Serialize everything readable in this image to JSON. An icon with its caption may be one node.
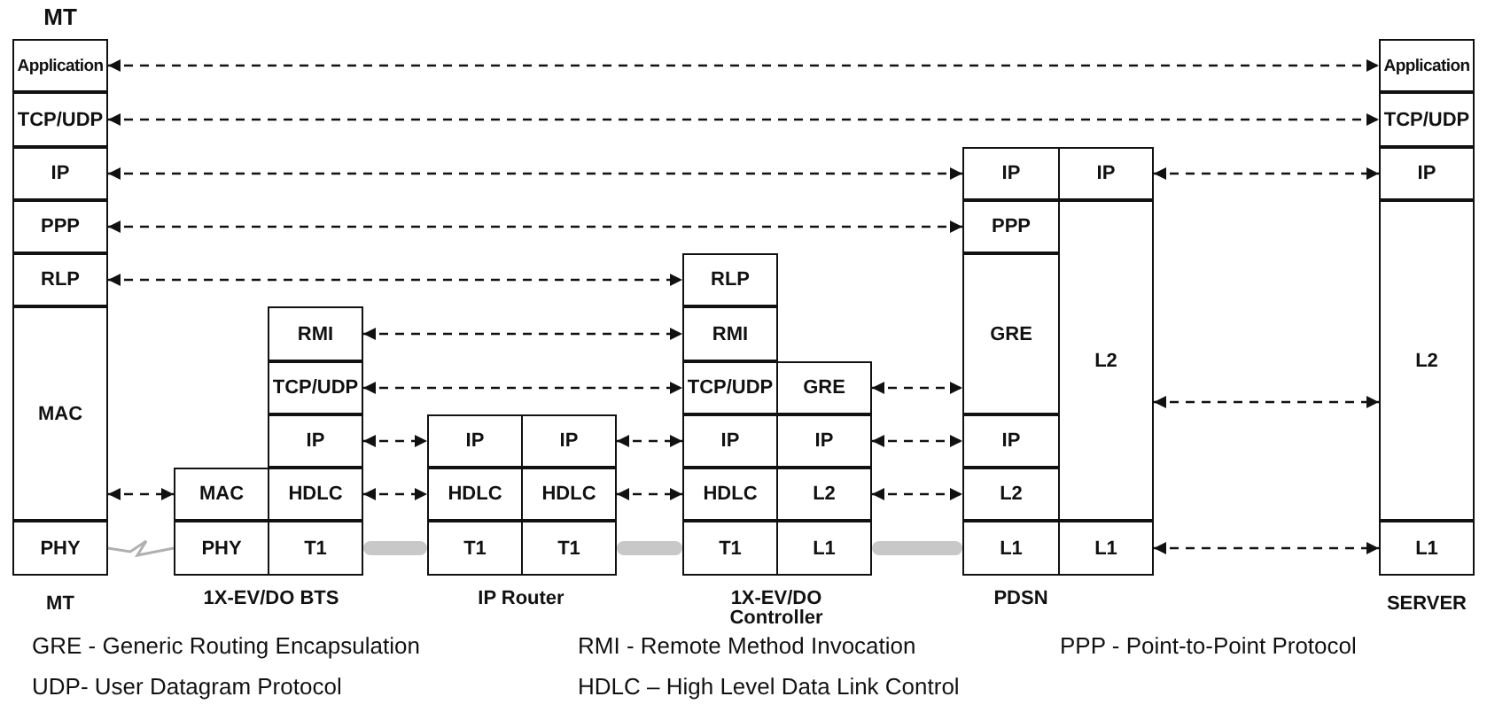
{
  "diagram": {
    "nodes": [
      {
        "text": [
          "Application"
        ]
      },
      {
        "text": [
          "TCP/UDP"
        ]
      },
      {
        "text": [
          "IP"
        ]
      },
      {
        "text": [
          "PPP"
        ]
      },
      {
        "text": [
          "RLP"
        ]
      },
      {
        "text": [
          "MAC"
        ]
      },
      {
        "text": [
          "PHY"
        ]
      },
      {
        "text": [
          "RMI"
        ]
      },
      {
        "text": [
          "TCP/UDP"
        ]
      },
      {
        "text": [
          "IP"
        ]
      },
      {
        "text": [
          "MAC"
        ]
      },
      {
        "text": [
          "HDLC"
        ]
      },
      {
        "text": [
          "PHY"
        ]
      },
      {
        "text": [
          "T1"
        ]
      },
      {
        "text": [
          "IP"
        ]
      },
      {
        "text": [
          "IP"
        ]
      },
      {
        "text": [
          "HDLC"
        ]
      },
      {
        "text": [
          "HDLC"
        ]
      },
      {
        "text": [
          "T1"
        ]
      },
      {
        "text": [
          "T1"
        ]
      },
      {
        "text": [
          "RLP"
        ]
      },
      {
        "text": [
          "RMI"
        ]
      },
      {
        "text": [
          "TCP/UDP"
        ]
      },
      {
        "text": [
          "GRE"
        ]
      },
      {
        "text": [
          "IP"
        ]
      },
      {
        "text": [
          "IP"
        ]
      },
      {
        "text": [
          "HDLC"
        ]
      },
      {
        "text": [
          "L2"
        ]
      },
      {
        "text": [
          "T1"
        ]
      },
      {
        "text": [
          "L1"
        ]
      },
      {
        "text": [
          "IP"
        ]
      },
      {
        "text": [
          "IP"
        ]
      },
      {
        "text": [
          "PPP"
        ]
      },
      {
        "text": [
          "GRE"
        ]
      },
      {
        "text": [
          "L2"
        ]
      },
      {
        "text": [
          "IP"
        ]
      },
      {
        "text": [
          "L2"
        ]
      },
      {
        "text": [
          "L1"
        ]
      },
      {
        "text": [
          "L1"
        ]
      },
      {
        "text": [
          "Application"
        ]
      },
      {
        "text": [
          "TCP/UDP"
        ]
      },
      {
        "text": [
          "IP"
        ]
      },
      {
        "text": [
          "L2"
        ]
      },
      {
        "text": [
          "L1"
        ]
      }
    ],
    "edges": [
      {
        "from": 0,
        "to": 39,
        "arrow": "both",
        "style": "dashed"
      },
      {
        "from": 1,
        "to": 40,
        "arrow": "both",
        "style": "dashed"
      },
      {
        "from": 2,
        "to": 30,
        "arrow": "both",
        "style": "dashed"
      },
      {
        "from": 3,
        "to": 32,
        "arrow": "both",
        "style": "dashed"
      },
      {
        "from": 4,
        "to": 20,
        "arrow": "both",
        "style": "dashed"
      },
      {
        "from": 7,
        "to": 21,
        "arrow": "both",
        "style": "dashed"
      },
      {
        "from": 8,
        "to": 22,
        "arrow": "both",
        "style": "dashed"
      },
      {
        "from": 9,
        "to": 14,
        "arrow": "both",
        "style": "dashed"
      },
      {
        "from": 15,
        "to": 24,
        "arrow": "both",
        "style": "dashed"
      },
      {
        "from": 5,
        "to": 10,
        "arrow": "both",
        "style": "dashed"
      },
      {
        "from": 11,
        "to": 16,
        "arrow": "both",
        "style": "dashed"
      },
      {
        "from": 17,
        "to": 26,
        "arrow": "both",
        "style": "dashed"
      },
      {
        "from": 23,
        "to": 33,
        "arrow": "both",
        "style": "dashed"
      },
      {
        "from": 25,
        "to": 35,
        "arrow": "both",
        "style": "dashed"
      },
      {
        "from": 27,
        "to": 36,
        "arrow": "both",
        "style": "dashed"
      },
      {
        "from": 31,
        "to": 41,
        "arrow": "both",
        "style": "dashed"
      },
      {
        "from": 34,
        "to": 42,
        "arrow": "both",
        "style": "dashed"
      },
      {
        "from": 38,
        "to": 43,
        "arrow": "both",
        "style": "dashed"
      },
      {
        "from": 6,
        "to": 12,
        "arrow": "none",
        "color": "#b0b0b0"
      },
      {
        "from": 13,
        "to": 18,
        "arrow": "none",
        "style": "thick",
        "color": "#c8c8c8"
      },
      {
        "from": 19,
        "to": 28,
        "arrow": "none",
        "style": "thick",
        "color": "#c8c8c8"
      },
      {
        "from": 29,
        "to": 37,
        "arrow": "none",
        "style": "thick",
        "color": "#c8c8c8"
      }
    ],
    "labels": [
      "MT",
      "MT",
      "1X-EV/DO BTS",
      "IP Router",
      "1X-EV/DO Controller",
      "PDSN",
      "SERVER",
      "GRE - Generic Routing Encapsulation",
      "RMI - Remote Method Invocation",
      "PPP - Point-to-Point Protocol",
      "UDP- User Datagram Protocol",
      "HDLC – High Level Data Link Control"
    ]
  }
}
